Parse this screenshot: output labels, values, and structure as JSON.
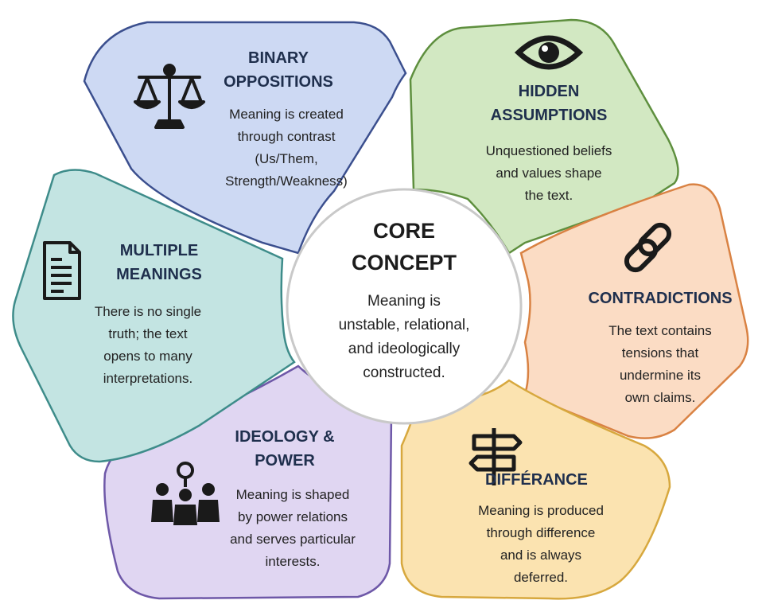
{
  "colors": {
    "binary": {
      "fill": "#cdd9f3",
      "stroke": "#3b4f8e"
    },
    "hidden": {
      "fill": "#d2e8c2",
      "stroke": "#5e8f3e"
    },
    "contradictions": {
      "fill": "#fbdcc4",
      "stroke": "#d98243"
    },
    "differance": {
      "fill": "#fbe3b0",
      "stroke": "#d7a83e"
    },
    "ideology": {
      "fill": "#e0d6f2",
      "stroke": "#6e58a8"
    },
    "multiple": {
      "fill": "#c3e4e2",
      "stroke": "#3e8c8a"
    },
    "core": {
      "fill": "#ffffff",
      "stroke": "#c9c9c9"
    }
  },
  "core": {
    "title": "CORE\nCONCEPT",
    "body": "Meaning is\nunstable, relational,\nand ideologically\nconstructed."
  },
  "segments": {
    "binary": {
      "icon": "scales-icon",
      "title": "BINARY\nOPPOSITIONS",
      "body": "Meaning is created\nthrough contrast\n(Us/Them,\nStrength/Weakness)"
    },
    "hidden": {
      "icon": "eye-icon",
      "title": "HIDDEN\nASSUMPTIONS",
      "body": "Unquestioned beliefs\nand values shape\nthe text."
    },
    "contradictions": {
      "icon": "chain-link-icon",
      "title": "CONTRADICTIONS",
      "body": "The text contains\ntensions that\nundermine its\nown claims."
    },
    "differance": {
      "icon": "signpost-icon",
      "title": "DIFFÉRANCE",
      "body": "Meaning is produced\nthrough difference\nand is always\ndeferred."
    },
    "ideology": {
      "icon": "group-network-icon",
      "title": "IDEOLOGY &\nPOWER",
      "body": "Meaning is shaped\nby power relations\nand serves particular\ninterests."
    },
    "multiple": {
      "icon": "document-icon",
      "title": "MULTIPLE\nMEANINGS",
      "body": "There is no single\ntruth; the text\nopens to many\ninterpretations."
    }
  }
}
